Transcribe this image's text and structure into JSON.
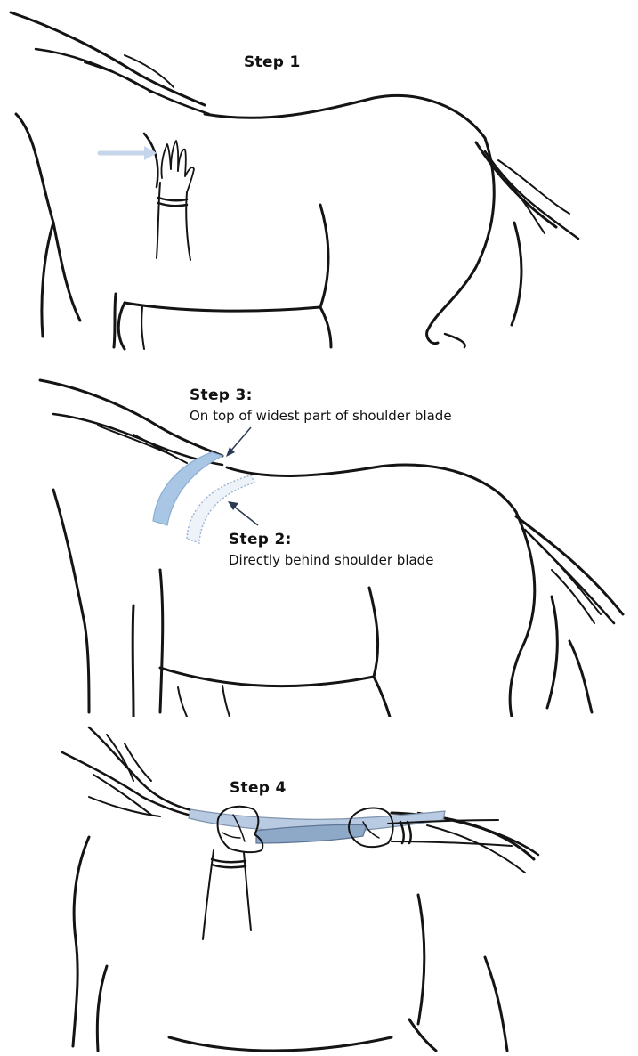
{
  "steps": [
    {
      "title": "Step 1"
    },
    {
      "title": "Step 3:",
      "description": "On top of widest part of shoulder blade"
    },
    {
      "title": "Step 2:",
      "description": "Directly behind shoulder blade"
    },
    {
      "title": "Step 4"
    }
  ],
  "colors": {
    "ink": "#141414",
    "tool_blue": "#a9c6e4",
    "marker_outline": "#9fb6d2",
    "arrow_light": "#c5d5ea"
  }
}
